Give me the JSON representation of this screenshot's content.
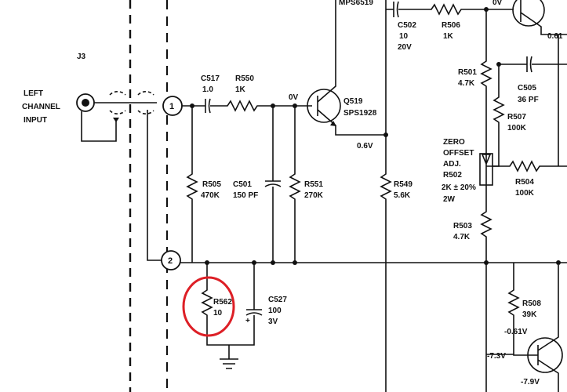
{
  "diagram": {
    "connector": {
      "ref": "J3",
      "label_line1": "LEFT",
      "label_line2": "CHANNEL",
      "label_line3": "INPUT"
    },
    "terminals": [
      {
        "number": "1"
      },
      {
        "number": "2"
      }
    ],
    "components": {
      "C517": {
        "ref": "C517",
        "value": "1.0"
      },
      "R550": {
        "ref": "R550",
        "value": "1K"
      },
      "R505": {
        "ref": "R505",
        "value": "470K"
      },
      "C501": {
        "ref": "C501",
        "value": "150 PF"
      },
      "R551": {
        "ref": "R551",
        "value": "270K"
      },
      "Q519": {
        "ref": "Q519",
        "value": "SPS1928"
      },
      "R549": {
        "ref": "R549",
        "value": "5.6K"
      },
      "C502": {
        "ref": "C502",
        "value": "10",
        "voltage": "20V"
      },
      "R506": {
        "ref": "R506",
        "value": "1K"
      },
      "top_part": {
        "ref": "MPS6519"
      },
      "R501": {
        "ref": "R501",
        "value": "4.7K"
      },
      "C505": {
        "ref": "C505",
        "value": "36 PF"
      },
      "R507": {
        "ref": "R507",
        "value": "100K"
      },
      "R502": {
        "title_line1": "ZERO",
        "title_line2": "OFFSET",
        "title_line3": "ADJ.",
        "ref": "R502",
        "value": "2K ± 20%",
        "power": "2W"
      },
      "R504": {
        "ref": "R504",
        "value": "100K"
      },
      "R503": {
        "ref": "R503",
        "value": "4.7K"
      },
      "R562": {
        "ref": "R562",
        "value": "10"
      },
      "C527": {
        "ref": "C527",
        "value": "100",
        "voltage": "3V"
      },
      "R508": {
        "ref": "R508",
        "value": "39K"
      }
    },
    "voltages": {
      "v_base": "0V",
      "v_emitter": "0.6V",
      "v_top": "0V",
      "v_right": "0.61",
      "v_bottom_base": "-0.61V",
      "v_bottom_left": "-7.3V",
      "v_bottom_emitter": "-7.9V"
    },
    "highlight": {
      "target": "R562",
      "color": "#dd1f26"
    }
  }
}
